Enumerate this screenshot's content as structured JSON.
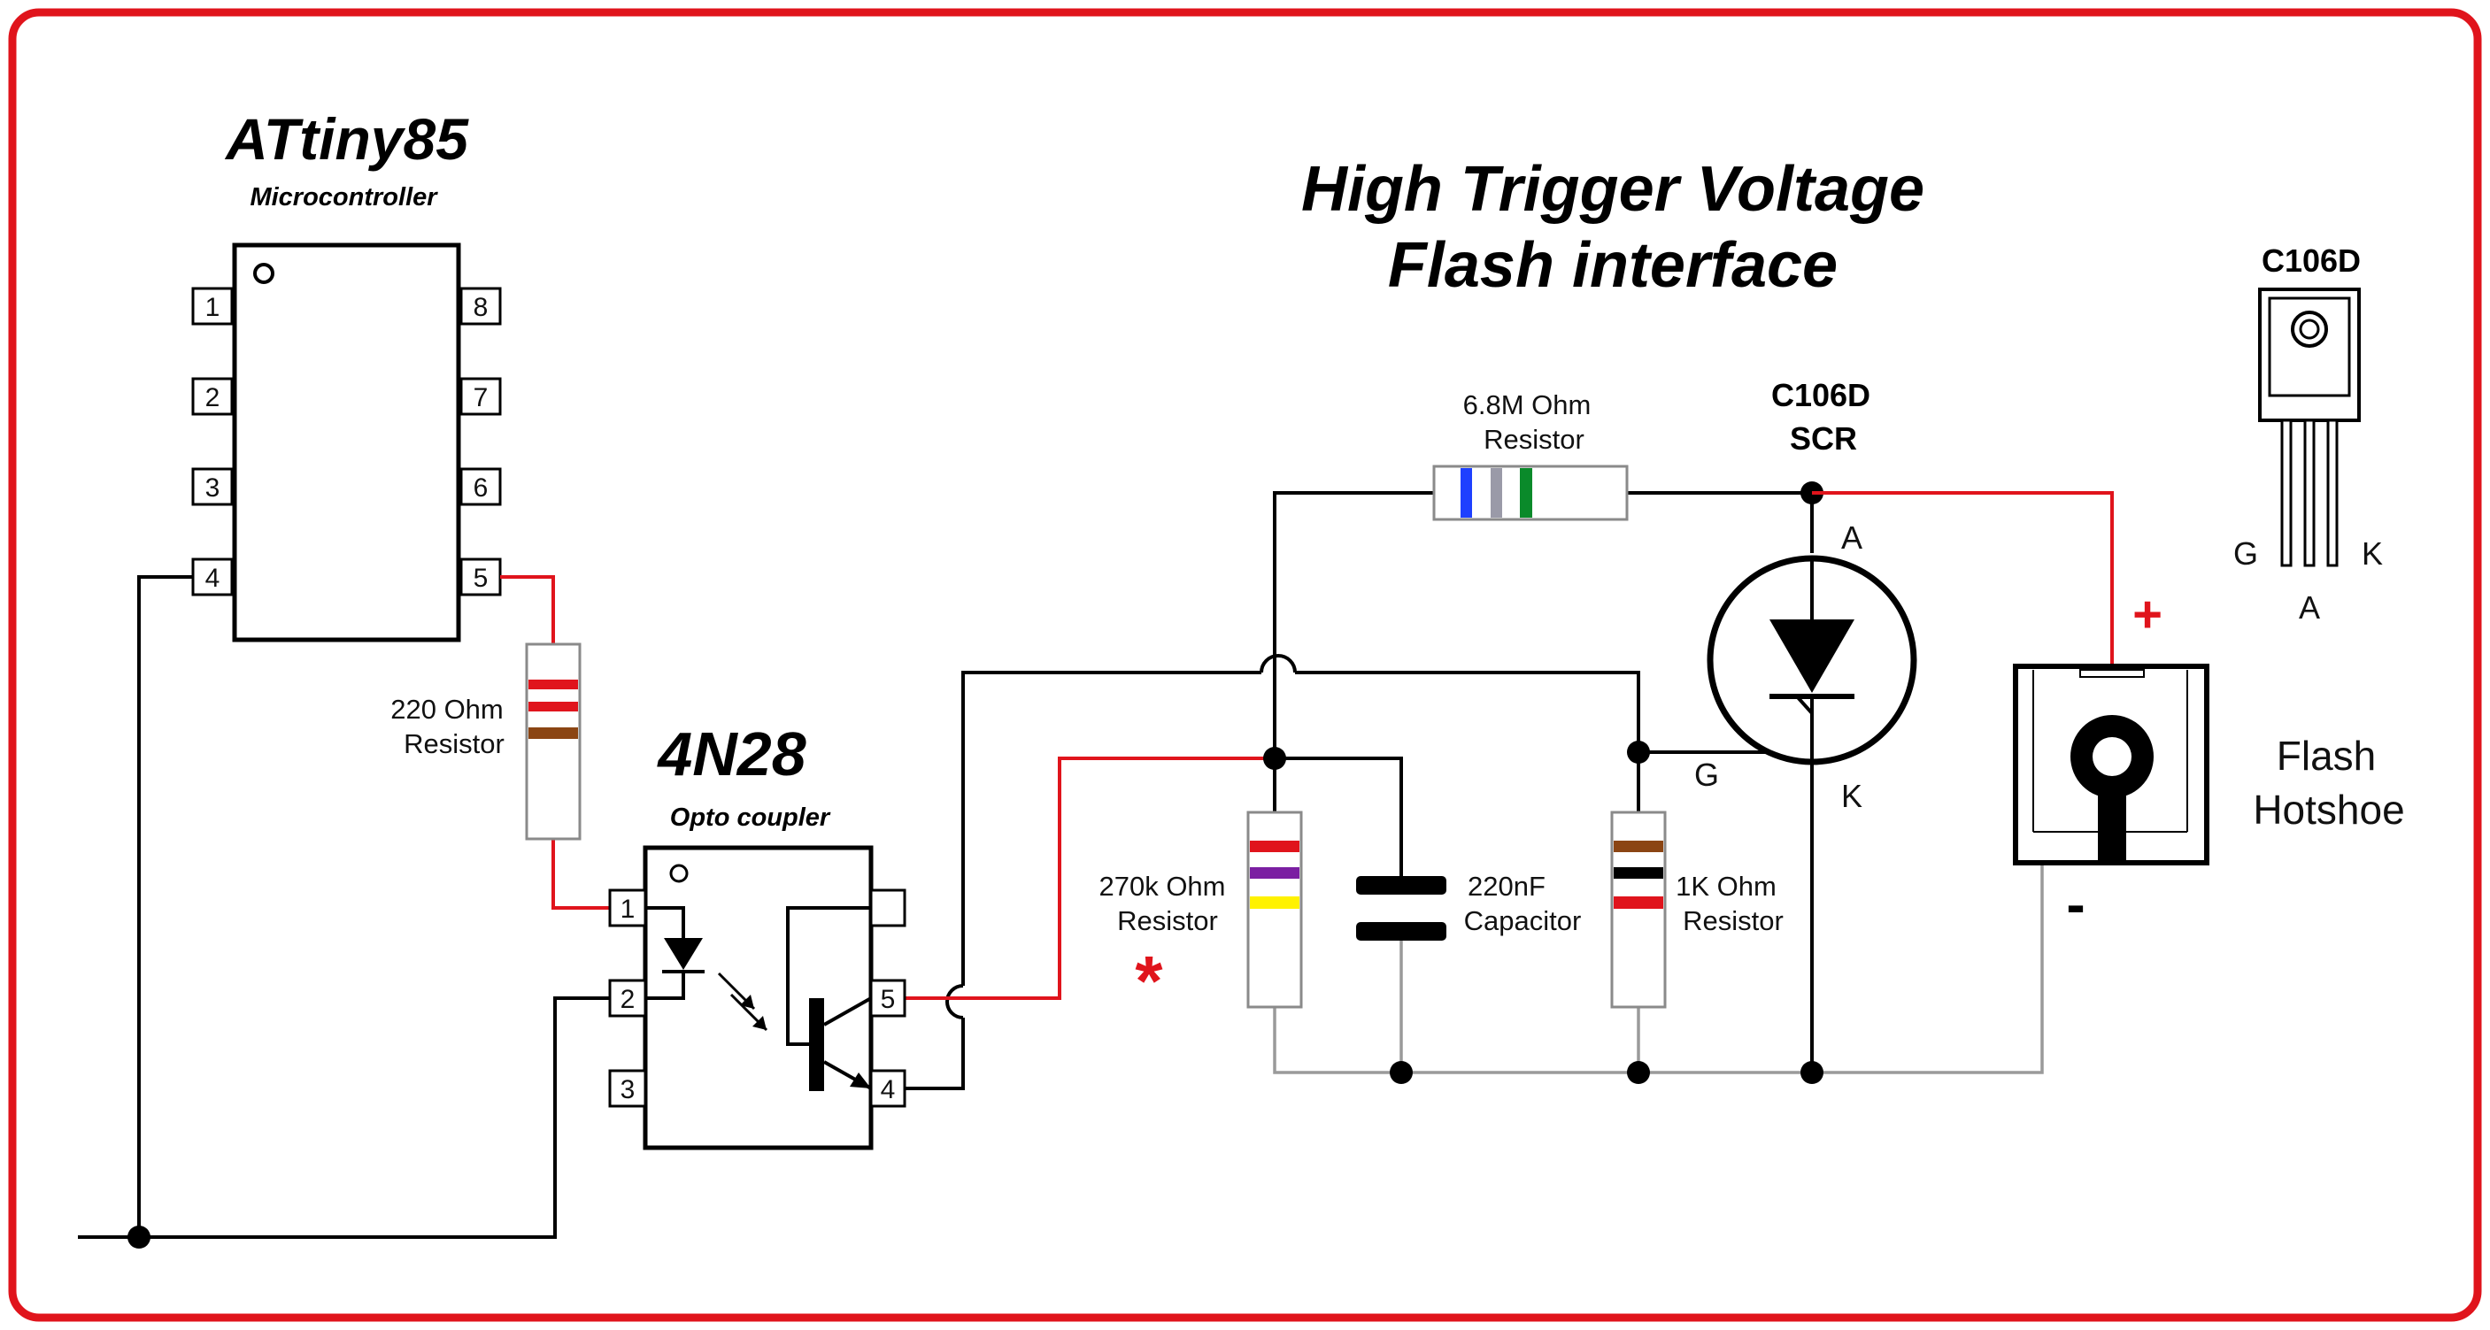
{
  "title": {
    "line1": "High Trigger Voltage",
    "line2": "Flash interface"
  },
  "attiny": {
    "name": "ATtiny85",
    "subtitle": "Microcontroller",
    "pins": [
      "1",
      "2",
      "3",
      "4",
      "5",
      "6",
      "7",
      "8"
    ]
  },
  "opto": {
    "name": "4N28",
    "subtitle": "Opto coupler",
    "pins": [
      "1",
      "2",
      "3",
      "4",
      "5"
    ]
  },
  "r220": {
    "value": "220 Ohm",
    "type": "Resistor"
  },
  "r270k": {
    "value": "270k Ohm",
    "type": "Resistor",
    "mark": "*"
  },
  "c220": {
    "value": "220nF",
    "type": "Capacitor"
  },
  "r1k": {
    "value": "1K Ohm",
    "type": "Resistor"
  },
  "r68m": {
    "value": "6.8M Ohm",
    "type": "Resistor"
  },
  "scr": {
    "name": "C106D",
    "type": "SCR",
    "anode": "A",
    "cathode": "K",
    "gate": "G"
  },
  "package": {
    "name": "C106D",
    "g": "G",
    "k": "K",
    "a": "A"
  },
  "hotshoe": {
    "line1": "Flash",
    "line2": "Hotshoe",
    "plus": "+",
    "minus": "-"
  },
  "colors": {
    "border": "#e0141c",
    "wire_signal": "#e0141c",
    "wire_main": "#000000",
    "wire_ground": "#9a9a9a"
  }
}
